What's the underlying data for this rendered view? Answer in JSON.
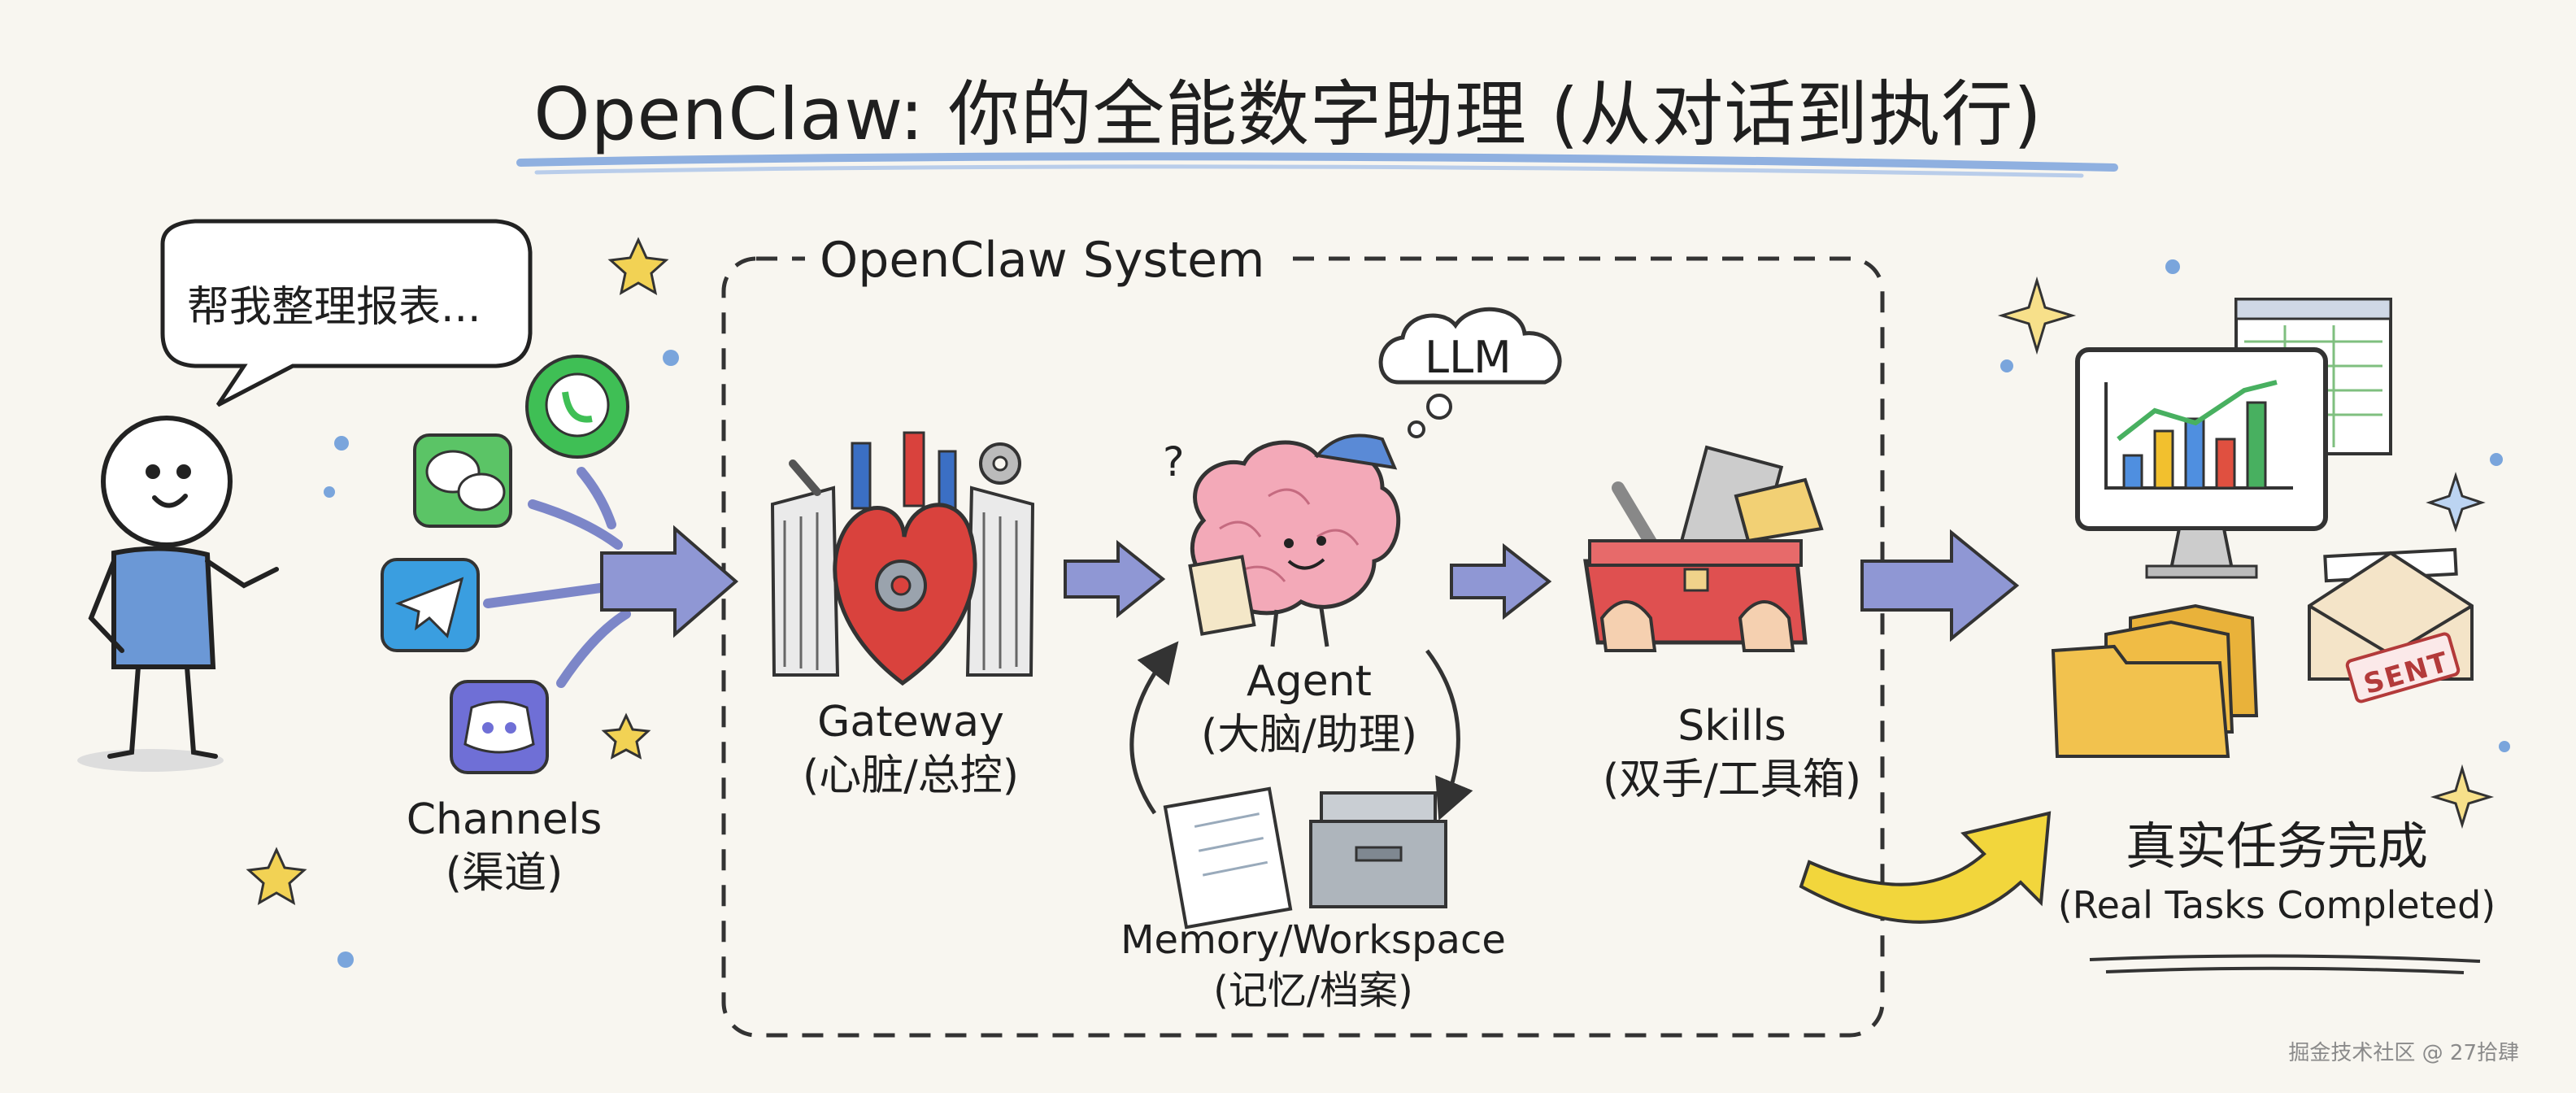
{
  "title": "OpenClaw: 你的全能数字助理 (从对话到执行)",
  "speech_bubble": "帮我整理报表...",
  "system_label": "OpenClaw System",
  "llm_label": "LLM",
  "channels": {
    "name": "Channels",
    "sub": "(渠道)"
  },
  "gateway": {
    "name": "Gateway",
    "sub": "(心脏/总控)"
  },
  "agent": {
    "name": "Agent",
    "sub": "(大脑/助理)"
  },
  "memory": {
    "name": "Memory/Workspace",
    "sub": "(记忆/档案)"
  },
  "skills": {
    "name": "Skills",
    "sub": "(双手/工具箱)"
  },
  "result": {
    "zh": "真实任务完成",
    "en": "(Real Tasks Completed)"
  },
  "sent_stamp": "SENT",
  "footer": "掘金技术社区 @ 27拾肆",
  "icons": [
    "wechat-icon",
    "whatsapp-icon",
    "telegram-icon",
    "discord-icon",
    "heart-icon",
    "gate-icon",
    "brain-icon",
    "toolbox-icon",
    "monitor-icon",
    "spreadsheet-icon",
    "folder-icon",
    "envelope-icon"
  ],
  "colors": {
    "underline": "#8fb0e0",
    "arrow": "#7c86c8",
    "yellow_arrow": "#f2d63c",
    "wechat": "#5bc466",
    "whatsapp": "#3fbf55",
    "telegram": "#3a9ee0",
    "discord": "#6f6fd6",
    "heart": "#d9423d",
    "brain": "#f3a9b8",
    "toolbox": "#df5050",
    "folder": "#f2c24e",
    "bar_blue": "#4f8fe0",
    "bar_yellow": "#f2c02e",
    "bar_red": "#e05040",
    "bar_green": "#48b060"
  }
}
